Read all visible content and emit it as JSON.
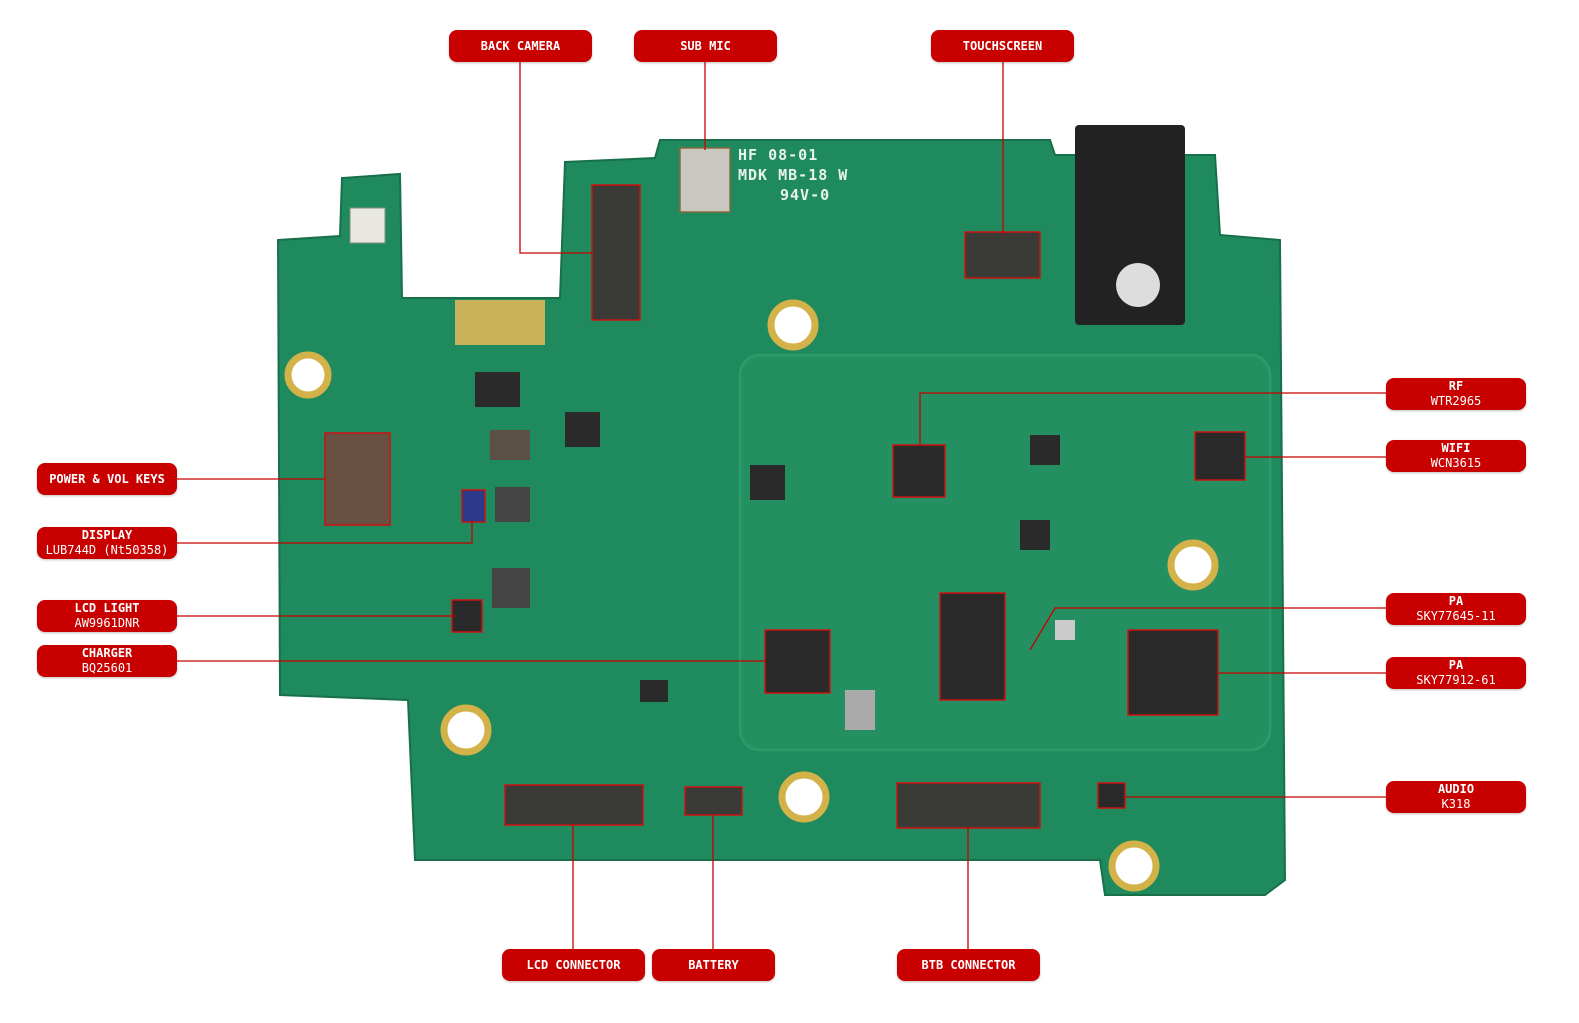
{
  "board_silkscreen": [
    "HF 08-01",
    "MDK MB-18 W",
    "94V-0"
  ],
  "labels": {
    "back_camera": {
      "title": "BACK CAMERA"
    },
    "sub_mic": {
      "title": "SUB MIC"
    },
    "touchscreen": {
      "title": "TOUCHSCREEN"
    },
    "rf": {
      "title": "RF",
      "part": "WTR2965"
    },
    "wifi": {
      "title": "WIFI",
      "part": "WCN3615"
    },
    "pa1": {
      "title": "PA",
      "part": "SKY77645-11"
    },
    "pa2": {
      "title": "PA",
      "part": "SKY77912-61"
    },
    "audio": {
      "title": "AUDIO",
      "part": "K318"
    },
    "power_keys": {
      "title": "POWER & VOL KEYS"
    },
    "display": {
      "title": "DISPLAY",
      "part": "LUB744D (Nt50358)"
    },
    "lcd_light": {
      "title": "LCD LIGHT",
      "part": "AW9961DNR"
    },
    "charger": {
      "title": "CHARGER",
      "part": "BQ25601"
    },
    "lcd_connector": {
      "title": "LCD CONNECTOR"
    },
    "battery": {
      "title": "BATTERY"
    },
    "btb_connector": {
      "title": "BTB CONNECTOR"
    }
  },
  "colors": {
    "label": "#c80000",
    "board": "#1e8a5c",
    "leader": "#c80000"
  }
}
